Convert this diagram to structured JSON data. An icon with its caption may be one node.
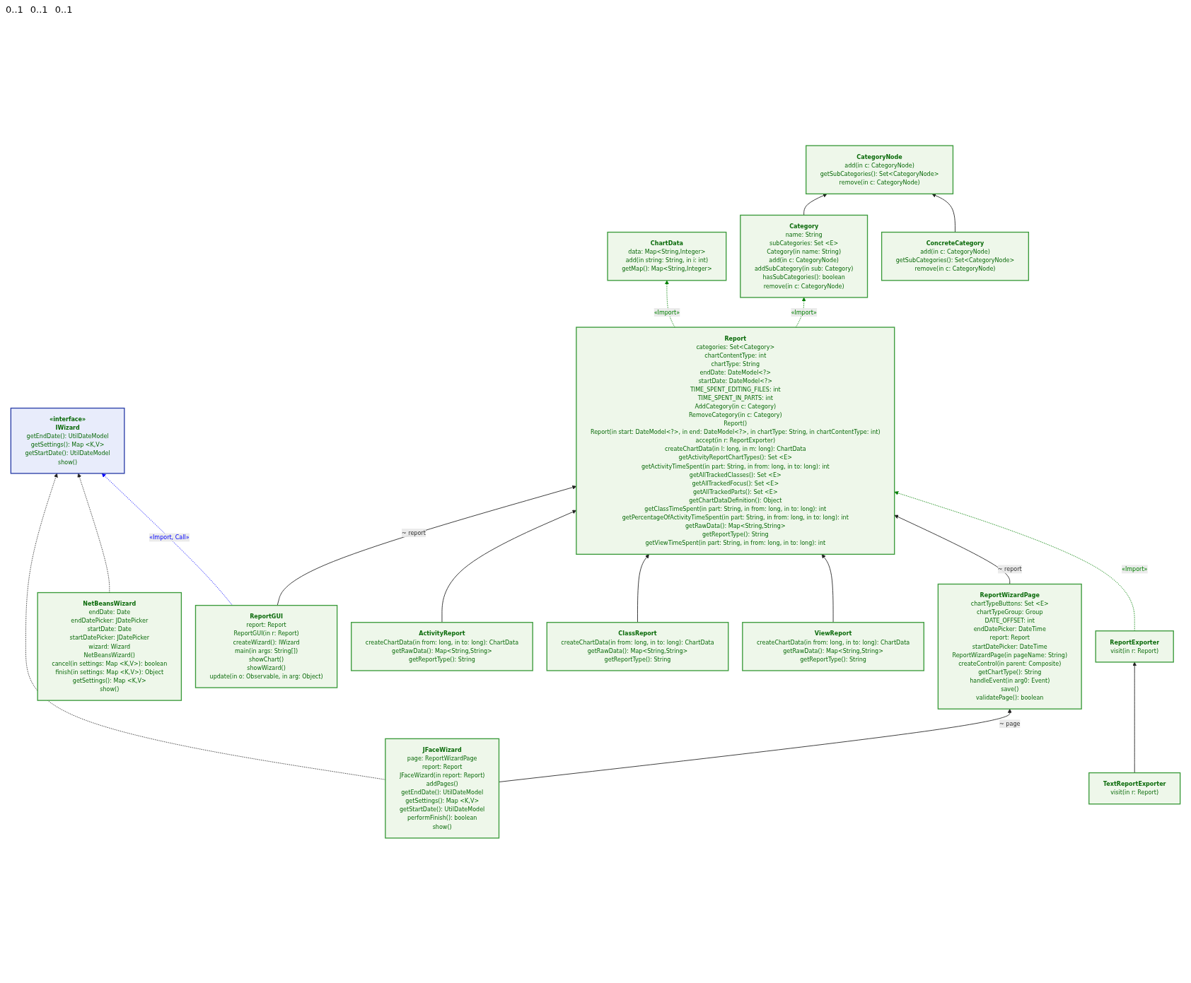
{
  "diagram": {
    "nodes": [
      {
        "text": [
          "«interface»",
          "IWizard",
          "getEndDate(): UtilDateModel",
          "getSettings(): Map <K,V>",
          "getStartDate(): UtilDateModel",
          "show()"
        ]
      },
      {
        "text": [
          "ReportWizardPage",
          "chartTypeButtons: Set <E>",
          "chartTypeGroup: Group",
          "DATE_OFFSET: int",
          "endDatePicker: DateTime",
          "report: Report",
          "startDatePicker: DateTime",
          "ReportWizardPage(in pageName: String)",
          "createControl(in parent: Composite)",
          "getChartType(): String",
          "handleEvent(in arg0: Event)",
          "save()",
          "validatePage(): boolean"
        ]
      },
      {
        "text": [
          "JFaceWizard",
          "page: ReportWizardPage",
          "report: Report",
          "JFaceWizard(in report: Report)",
          "addPages()",
          "getEndDate(): UtilDateModel",
          "getSettings(): Map <K,V>",
          "getStartDate(): UtilDateModel",
          "performFinish(): boolean",
          "show()"
        ]
      },
      {
        "text": [
          "NetBeansWizard",
          "endDate: Date",
          "endDatePicker: JDatePicker",
          "startDate: Date",
          "startDatePicker: JDatePicker",
          "wizard: Wizard",
          "NetBeansWizard()",
          "cancel(in settings: Map <K,V>): boolean",
          "finish(in settings: Map <K,V>): Object",
          "getSettings(): Map <K,V>",
          "show()"
        ]
      },
      {
        "text": [
          "ReportGUI",
          "report: Report",
          "ReportGUI(in r: Report)",
          "createWizard(): IWizard",
          "main(in args: String[])",
          "showChart()",
          "showWizard()",
          "update(in o: Observable, in arg: Object)"
        ]
      },
      {
        "text": [
          "Report",
          "categories: Set<Category>",
          "chartContentType: int",
          "chartType: String",
          "endDate: DateModel<?>",
          "startDate: DateModel<?>",
          "TIME_SPENT_EDITING_FILES: int",
          "TIME_SPENT_IN_PARTS: int",
          "AddCategory(in c: Category)",
          "RemoveCategory(in c: Category)",
          "Report()",
          "Report(in start: DateModel<?>, in end: DateModel<?>, in chartType: String, in chartContentType: int)",
          "accept(in r: ReportExporter)",
          "createChartData(in l: long, in m: long): ChartData",
          "getActivityReportChartTypes(): Set <E>",
          "getActivityTimeSpent(in part: String, in from: long, in to: long): int",
          "getAllTrackedClasses(): Set <E>",
          "getAllTrackedFocus(): Set <E>",
          "getAllTrackedParts(): Set <E>",
          "getChartDataDefinition(): Object",
          "getClassTimeSpent(in part: String, in from: long, in to: long): int",
          "getPercentageOfActivityTimeSpent(in part: String, in from: long, in to: long): int",
          "getRawData(): Map<String,String>",
          "getReportType(): String",
          "getViewTimeSpent(in part: String, in from: long, in to: long): int"
        ]
      },
      {
        "text": [
          "ChartData",
          "data: Map<String,Integer>",
          "add(in string: String, in i: int)",
          "getMap(): Map<String,Integer>"
        ]
      },
      {
        "text": [
          "CategoryNode",
          "add(in c: CategoryNode)",
          "getSubCategories(): Set<CategoryNode>",
          "remove(in c: CategoryNode)"
        ]
      },
      {
        "text": [
          "Category",
          "name: String",
          "subCategories: Set <E>",
          "Category(in name: String)",
          "add(in c: CategoryNode)",
          "addSubCategory(in sub: Category)",
          "hasSubCategories(): boolean",
          "remove(in c: CategoryNode)"
        ]
      },
      {
        "text": [
          "ConcreteCategory",
          "add(in c: CategoryNode)",
          "getSubCategories(): Set<CategoryNode>",
          "remove(in c: CategoryNode)"
        ]
      },
      {
        "text": [
          "ActivityReport",
          "createChartData(in from: long, in to: long): ChartData",
          "getRawData(): Map<String,String>",
          "getReportType(): String"
        ]
      },
      {
        "text": [
          "ClassReport",
          "createChartData(in from: long, in to: long): ChartData",
          "getRawData(): Map<String,String>",
          "getReportType(): String"
        ]
      },
      {
        "text": [
          "ViewReport",
          "createChartData(in from: long, in to: long): ChartData",
          "getRawData(): Map<String,String>",
          "getReportType(): String"
        ]
      },
      {
        "text": [
          "ReportExporter",
          "visit(in r: Report)"
        ]
      },
      {
        "text": [
          "TextReportExporter",
          "visit(in r: Report)"
        ]
      }
    ],
    "edges": [
      {
        "from": 2,
        "to": 0,
        "arrow": "to",
        "style": "dashed"
      },
      {
        "from": 3,
        "to": 0,
        "arrow": "to",
        "style": "dashed"
      },
      {
        "from": 2,
        "to": 1,
        "arrow": "to",
        "label": "~ page"
      },
      {
        "from": 4,
        "to": 0,
        "arrow": "to",
        "style": "dashed",
        "color": "#0000ff",
        "label": "«Import, Call»"
      },
      {
        "from": 1,
        "to": 5,
        "arrow": "to",
        "label": "~ report"
      },
      {
        "from": 4,
        "to": 5,
        "arrow": "to",
        "label": "~ report"
      },
      {
        "from": 5,
        "to": 6,
        "arrow": "to",
        "style": "dashed",
        "color": "#008000",
        "label": "«Import»"
      },
      {
        "from": 8,
        "to": 7,
        "arrow": "to"
      },
      {
        "from": 9,
        "to": 7,
        "arrow": "to"
      },
      {
        "from": 5,
        "to": 8,
        "arrow": "to",
        "style": "dashed",
        "color": "#008000",
        "label": "«Import»"
      },
      {
        "from": 10,
        "to": 5,
        "arrow": "to"
      },
      {
        "from": 11,
        "to": 5,
        "arrow": "to"
      },
      {
        "from": 12,
        "to": 5,
        "arrow": "to"
      },
      {
        "from": 13,
        "to": 5,
        "arrow": "to",
        "style": "dashed",
        "color": "#008000",
        "label": "«Import»"
      },
      {
        "from": 14,
        "to": 13,
        "arrow": "to"
      }
    ],
    "labels": [
      "0..1",
      "0..1",
      "0..1"
    ]
  }
}
